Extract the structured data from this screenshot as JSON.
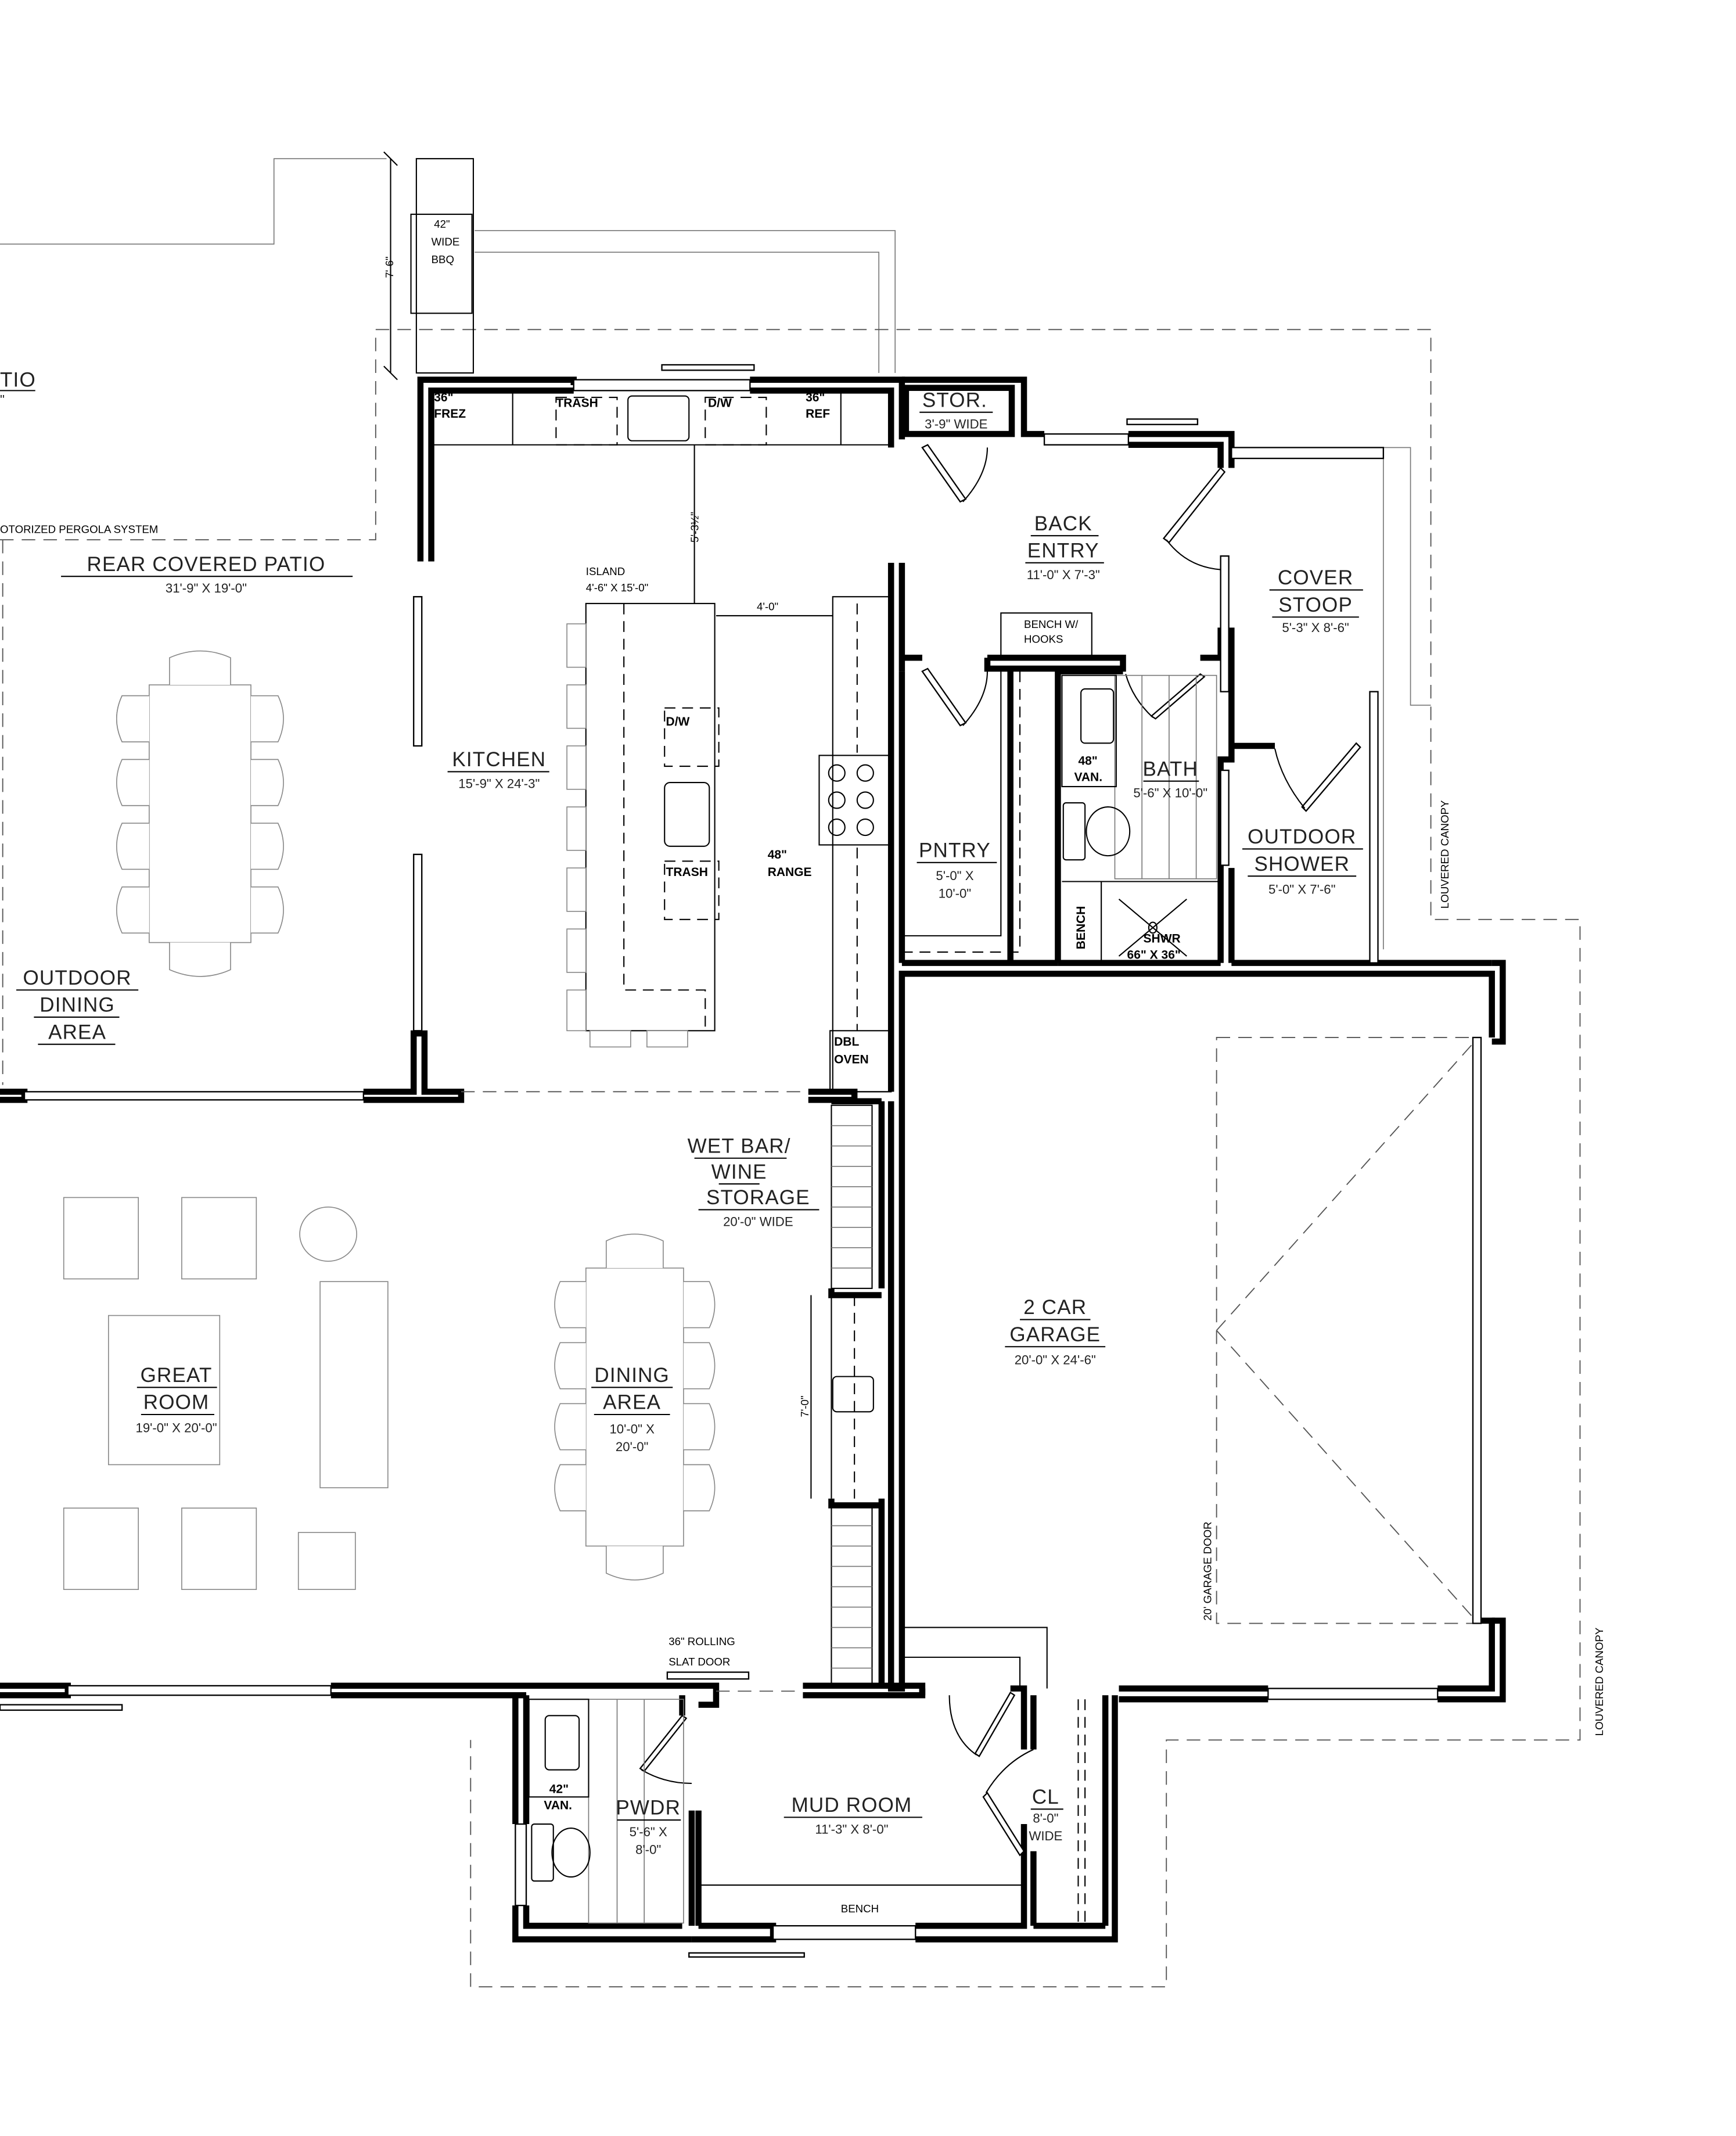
{
  "drawing": {
    "type": "architectural floor plan",
    "rooms": [
      {
        "name": "REAR COVERED PATIO",
        "dims": "31'-9\" X 19'-0\""
      },
      {
        "name": "OUTDOOR DINING AREA",
        "lines": [
          "OUTDOOR",
          "DINING",
          "AREA"
        ]
      },
      {
        "name": "KITCHEN",
        "dims": "15'-9\" X 24'-3\""
      },
      {
        "name": "STOR.",
        "dims": "3'-9\" WIDE"
      },
      {
        "name": "BACK ENTRY",
        "lines": [
          "BACK",
          "ENTRY"
        ],
        "dims": "11'-0\" X 7'-3\""
      },
      {
        "name": "COVER STOOP",
        "lines": [
          "COVER",
          "STOOP"
        ],
        "dims": "5'-3\" X 8'-6\""
      },
      {
        "name": "PNTRY",
        "dims_lines": [
          "5'-0\" X",
          "10'-0\""
        ]
      },
      {
        "name": "BATH",
        "dims": "5'-6\" X 10'-0\""
      },
      {
        "name": "OUTDOOR SHOWER",
        "lines": [
          "OUTDOOR",
          "SHOWER"
        ],
        "dims": "5'-0\" X 7'-6\""
      },
      {
        "name": "WET BAR/ WINE STORAGE",
        "lines": [
          "WET BAR/",
          "WINE",
          "STORAGE"
        ],
        "dims": "20'-0\" WIDE"
      },
      {
        "name": "GREAT ROOM",
        "lines": [
          "GREAT",
          "ROOM"
        ],
        "dims": "19'-0\" X 20'-0\""
      },
      {
        "name": "DINING AREA",
        "lines": [
          "DINING",
          "AREA"
        ],
        "dims_lines": [
          "10'-0\" X",
          "20'-0\""
        ]
      },
      {
        "name": "2 CAR GARAGE",
        "lines": [
          "2 CAR",
          "GARAGE"
        ],
        "dims": "20'-0\" X 24'-6\""
      },
      {
        "name": "PWDR",
        "dims_lines": [
          "5'-6\" X",
          "8'-0\""
        ]
      },
      {
        "name": "MUD ROOM",
        "dims": "11'-3\" X 8'-0\""
      },
      {
        "name": "CL",
        "dims_lines": [
          "8'-0\"",
          "WIDE"
        ]
      }
    ],
    "partial_labels": {
      "patio_cut": "TIO",
      "patio_cut_dim": "\"",
      "pergola": "OTORIZED PERGOLA SYSTEM"
    },
    "fixtures": {
      "bbq": [
        "42\"",
        "WIDE",
        "BBQ"
      ],
      "freezer": [
        "36\"",
        "FREZ"
      ],
      "trash_top": "TRASH",
      "dw_top": "D/W",
      "ref": [
        "36\"",
        "REF"
      ],
      "island": [
        "ISLAND",
        "4'-6\" X 15'-0\""
      ],
      "island_dw": "D/W",
      "island_trash": "TRASH",
      "range": [
        "48\"",
        "RANGE"
      ],
      "dbl_oven": [
        "DBL",
        "OVEN"
      ],
      "bench_hooks": [
        "BENCH W/",
        "HOOKS"
      ],
      "bath_vanity": [
        "48\"",
        "VAN."
      ],
      "bath_bench": "BENCH",
      "shower": [
        "SHWR",
        "66\" X 36\""
      ],
      "pwdr_vanity": [
        "42\"",
        "VAN."
      ],
      "rolling_door": [
        "36\" ROLLING",
        "SLAT DOOR"
      ],
      "mud_bench": "BENCH",
      "garage_door": "20' GARAGE DOOR"
    },
    "dimensions": {
      "bbq_offset": "7'-6\"",
      "kitchen_aisle": "5'-3½\"",
      "island_to_range": "4'-0\"",
      "wet_bar_sink": "7'-0\""
    },
    "canopy_labels": [
      "LOUVERED CANOPY",
      "LOUVERED CANOPY"
    ],
    "colors": {
      "line": "#000000",
      "furniture": "#888888",
      "background": "#ffffff"
    }
  }
}
